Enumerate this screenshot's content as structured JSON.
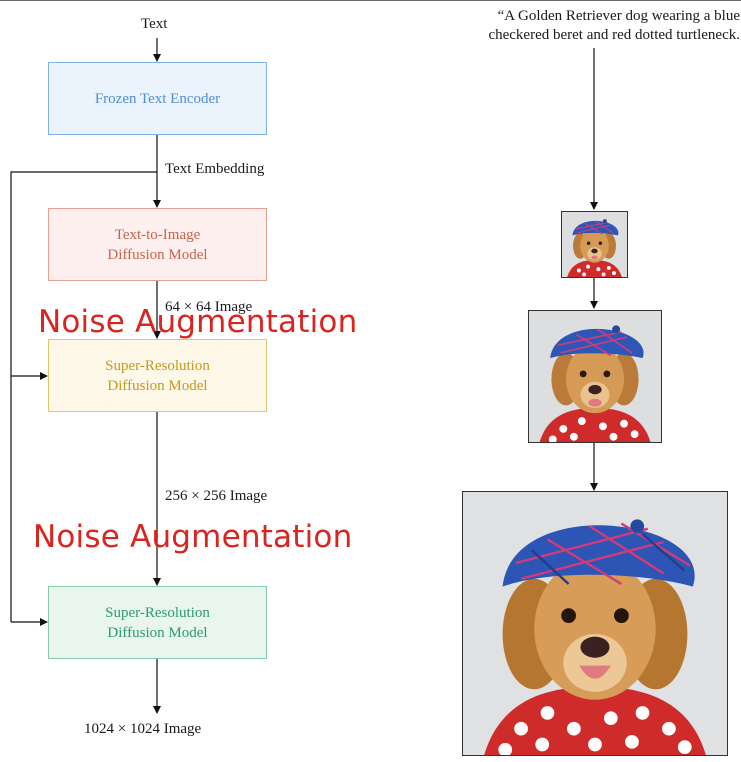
{
  "diagram": {
    "input_label": "Text",
    "encoder": {
      "line1": "Frozen Text Encoder"
    },
    "embedding_label": "Text Embedding",
    "t2i": {
      "line1": "Text-to-Image",
      "line2": "Diffusion Model"
    },
    "out64_label": "64 × 64 Image",
    "sr1": {
      "line1": "Super-Resolution",
      "line2": "Diffusion Model"
    },
    "out256_label": "256 × 256 Image",
    "sr2": {
      "line1": "Super-Resolution",
      "line2": "Diffusion Model"
    },
    "out1024_label": "1024 × 1024 Image"
  },
  "overlays": {
    "noise_1": "Noise Augmentation",
    "noise_2": "Noise Augmentation"
  },
  "example": {
    "prompt_line1": "“A Golden Retriever dog wearing a blue",
    "prompt_line2": "checkered beret and red dotted turtleneck."
  },
  "colors": {
    "encoder": "#4f8fd6",
    "t2i": "#c9644d",
    "sr1": "#c69a1e",
    "sr2": "#2f9a6c",
    "overlay": "#d8251f"
  }
}
